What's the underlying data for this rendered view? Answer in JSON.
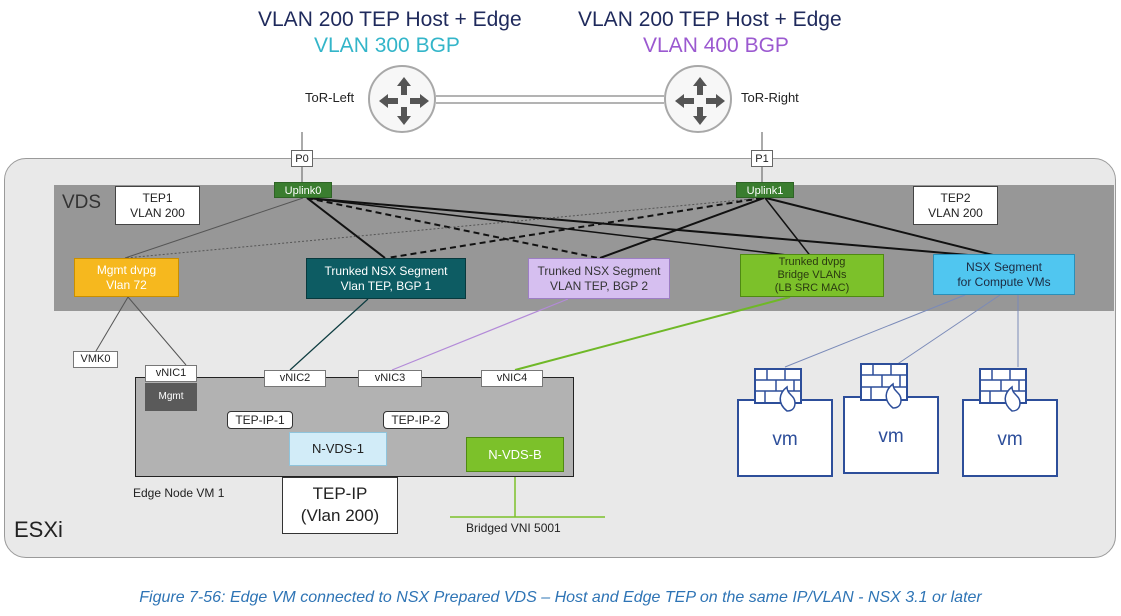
{
  "titles": {
    "left_line1": "VLAN 200 TEP Host + Edge",
    "left_line2": "VLAN 300  BGP",
    "right_line1": "VLAN 200 TEP Host + Edge",
    "right_line2": "VLAN 400 BGP"
  },
  "routers": {
    "left_label": "ToR-Left",
    "right_label": "ToR-Right"
  },
  "ports": {
    "p0": "P0",
    "p1": "P1"
  },
  "esxi_label": "ESXi",
  "vds": {
    "label": "VDS",
    "uplink0": "Uplink0",
    "uplink1": "Uplink1",
    "tep1_line1": "TEP1",
    "tep1_line2": "VLAN 200",
    "tep2_line1": "TEP2",
    "tep2_line2": "VLAN 200"
  },
  "portgroups": {
    "mgmt_line1": "Mgmt dvpg",
    "mgmt_line2": "Vlan 72",
    "trunk1_line1": "Trunked NSX Segment",
    "trunk1_line2": "Vlan TEP, BGP 1",
    "trunk2_line1": "Trunked NSX Segment",
    "trunk2_line2": "VLAN TEP, BGP 2",
    "bridge_line1": "Trunked dvpg",
    "bridge_line2": "Bridge VLANs",
    "bridge_line3": "(LB SRC MAC)",
    "compute_line1": "NSX Segment",
    "compute_line2": "for Compute VMs"
  },
  "edge_vm": {
    "vmk0": "VMK0",
    "vnic1": "vNIC1",
    "vnic2": "vNIC2",
    "vnic3": "vNIC3",
    "vnic4": "vNIC4",
    "mgmt": "Mgmt",
    "tep_ip_1": "TEP-IP-1",
    "tep_ip_2": "TEP-IP-2",
    "nvds1": "N-VDS-1",
    "nvdsb": "N-VDS-B",
    "name": "Edge Node VM 1",
    "tep_ip_line1": "TEP-IP",
    "tep_ip_line2": "(Vlan 200)",
    "bridged_vni": "Bridged VNI 5001"
  },
  "vms": [
    {
      "label": "vm"
    },
    {
      "label": "vm"
    },
    {
      "label": "vm"
    }
  ],
  "caption": "Figure 7-56: Edge VM connected to NSX Prepared VDS – Host and Edge TEP on the same IP/VLAN - NSX 3.1 or later",
  "colors": {
    "title_dark": "#1f2a5c",
    "title_cyan": "#33b5c9",
    "title_purple": "#9b59d0",
    "mgmt_pg": "#f6b81e",
    "trunk1_pg": "#0d5c63",
    "trunk2_pg": "#d6bff0",
    "bridge_pg": "#7cc12a",
    "compute_pg": "#50c6f0",
    "vm_blue": "#2d4e9a",
    "caption": "#2e74b5"
  },
  "icons": [
    "router-icon",
    "firewall-icon",
    "flame-icon"
  ]
}
